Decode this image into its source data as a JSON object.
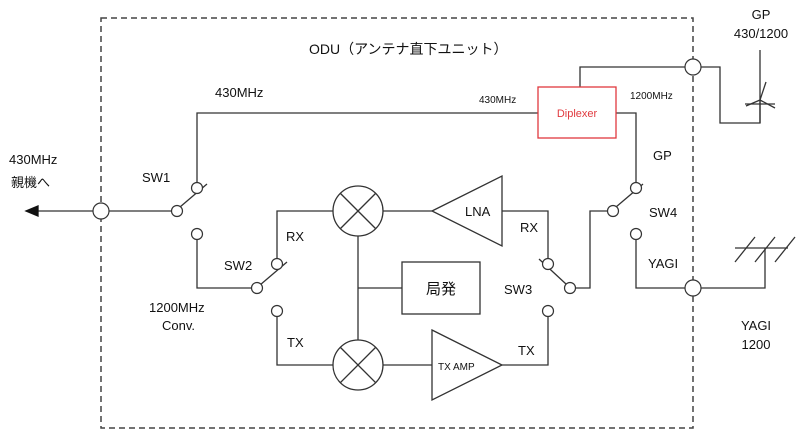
{
  "diagram": {
    "title": "ODU（アンテナ直下ユニット）",
    "colors": {
      "line": "#333333",
      "diplexer": "#e0393e",
      "text": "#111111"
    },
    "labels": {
      "host_freq": "430MHz",
      "host_dest": "親機へ",
      "sw1": "SW1",
      "sw2": "SW2",
      "sw3": "SW3",
      "sw4": "SW4",
      "path_430": "430MHz",
      "diplexer_in_430": "430MHz",
      "diplexer_out_1200": "1200MHz",
      "diplexer": "Diplexer",
      "gp_path": "GP",
      "yagi_path": "YAGI",
      "conv_freq": "1200MHz",
      "conv_name": "Conv.",
      "rx_left": "RX",
      "tx_left": "TX",
      "rx_right": "RX",
      "tx_right": "TX",
      "lna": "LNA",
      "tx_amp": "TX AMP",
      "local_osc": "局発",
      "gp_antenna_name": "GP",
      "gp_antenna_band": "430/1200",
      "yagi_antenna_name": "YAGI",
      "yagi_antenna_band": "1200"
    }
  }
}
